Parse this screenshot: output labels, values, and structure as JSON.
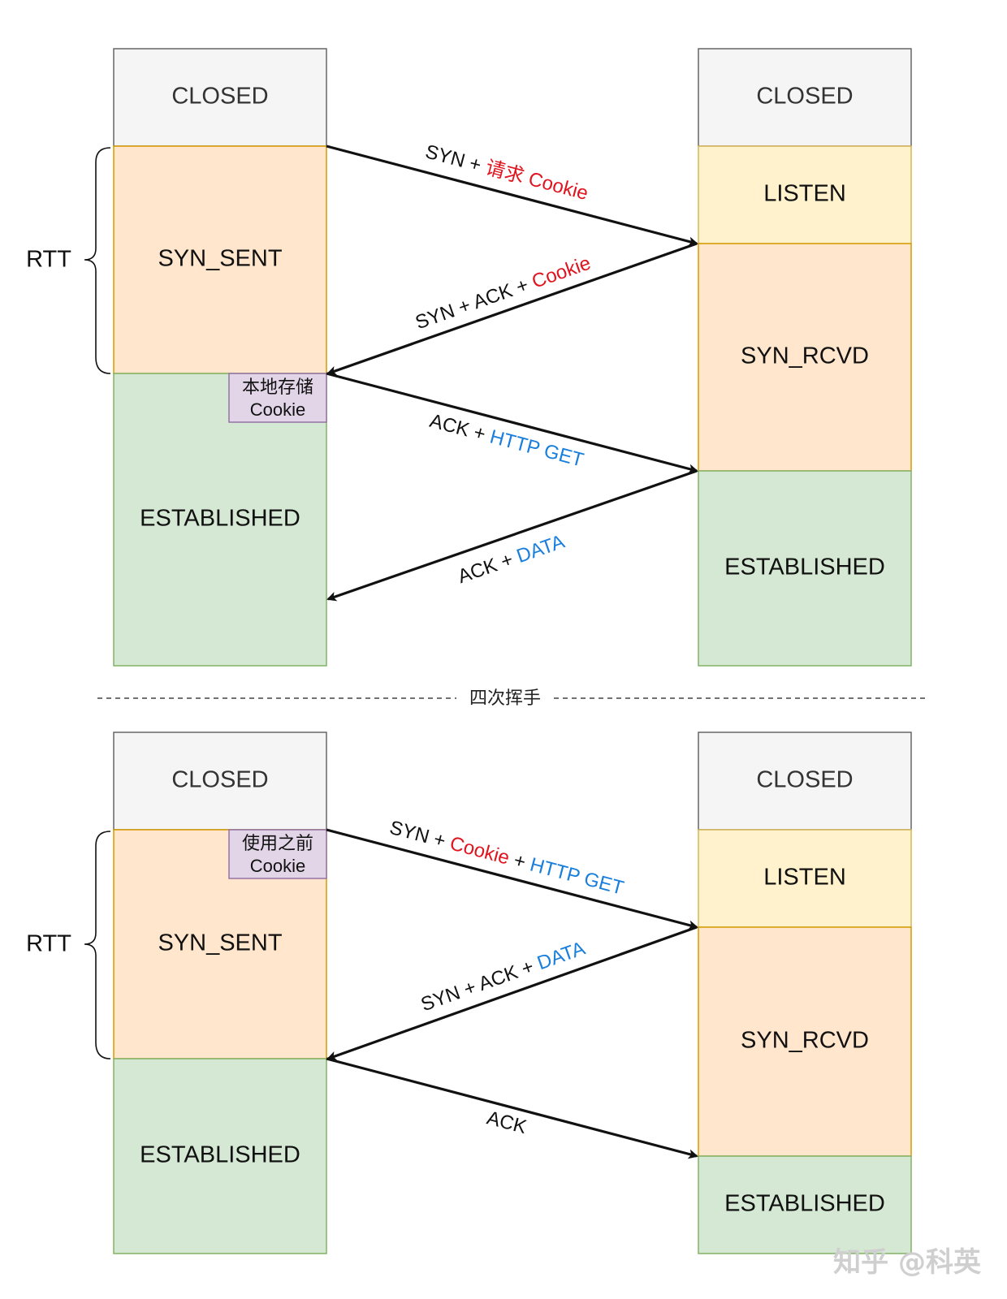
{
  "colors": {
    "closed_fill": "#f5f5f5",
    "closed_stroke": "#666666",
    "listen_fill": "#fff2cc",
    "listen_stroke": "#d6b656",
    "sent_fill": "#ffe6cc",
    "sent_stroke": "#d79b00",
    "est_fill": "#d5e8d4",
    "est_stroke": "#82b366",
    "note_fill": "#e1d5e7",
    "note_stroke": "#9673a6",
    "red": "#e0141e",
    "blue": "#1a7fdc",
    "black": "#111111"
  },
  "top": {
    "client_states": [
      "CLOSED",
      "SYN_SENT",
      "ESTABLISHED"
    ],
    "server_states": [
      "CLOSED",
      "LISTEN",
      "SYN_RCVD",
      "ESTABLISHED"
    ],
    "rtt_label": "RTT",
    "note": [
      "本地存储",
      "Cookie"
    ],
    "messages": [
      [
        {
          "t": "SYN + ",
          "c": "black"
        },
        {
          "t": "请求 Cookie",
          "c": "red"
        }
      ],
      [
        {
          "t": "SYN + ACK + ",
          "c": "black"
        },
        {
          "t": "Cookie",
          "c": "red"
        }
      ],
      [
        {
          "t": "ACK + ",
          "c": "black"
        },
        {
          "t": "HTTP GET",
          "c": "blue"
        }
      ],
      [
        {
          "t": "ACK + ",
          "c": "black"
        },
        {
          "t": "DATA",
          "c": "blue"
        }
      ]
    ]
  },
  "divider_label": "四次挥手",
  "bottom": {
    "client_states": [
      "CLOSED",
      "SYN_SENT",
      "ESTABLISHED"
    ],
    "server_states": [
      "CLOSED",
      "LISTEN",
      "SYN_RCVD",
      "ESTABLISHED"
    ],
    "rtt_label": "RTT",
    "note": [
      "使用之前",
      "Cookie"
    ],
    "messages": [
      [
        {
          "t": "SYN + ",
          "c": "black"
        },
        {
          "t": "Cookie",
          "c": "red"
        },
        {
          "t": " + ",
          "c": "black"
        },
        {
          "t": "HTTP GET",
          "c": "blue"
        }
      ],
      [
        {
          "t": "SYN + ACK + ",
          "c": "black"
        },
        {
          "t": "DATA",
          "c": "blue"
        }
      ],
      [
        {
          "t": "ACK",
          "c": "black"
        }
      ]
    ]
  },
  "watermark": "知乎 @科英"
}
